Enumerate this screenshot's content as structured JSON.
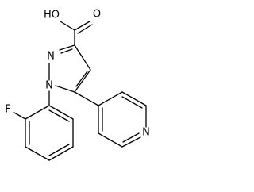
{
  "atom_labels": {
    "hydroxyl": "HO",
    "carbonyl_oxygen": "O",
    "pyrazole_n2": "N",
    "pyrazole_n1": "N",
    "fluorine": "F",
    "pyridine_n": "N"
  }
}
